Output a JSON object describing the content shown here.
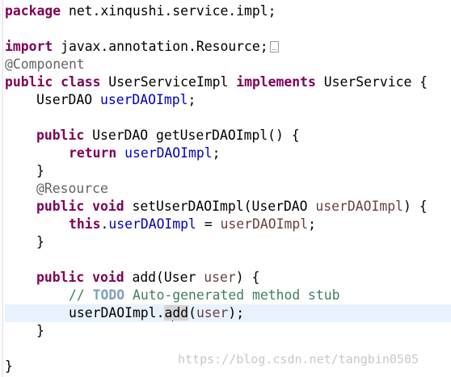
{
  "lines": {
    "package_kw": "package",
    "package_name": " net.xinqushi.service.impl;",
    "import_kw": "import",
    "import_name": " javax.annotation.Resource;",
    "component_ann": "@Component",
    "class_public": "public",
    "class_class": "class",
    "class_name": " UserServiceImpl ",
    "class_implements": "implements",
    "class_iface": " UserService {",
    "field_type": "UserDAO ",
    "field_name": "userDAOImpl",
    "field_semi": ";",
    "get_public": "public",
    "get_sig": " UserDAO getUserDAOImpl() {",
    "get_return": "return",
    "get_field": "userDAOImpl",
    "get_semi": ";",
    "get_close": "}",
    "resource_ann": "@Resource",
    "set_public": "public",
    "set_void": "void",
    "set_sig": " setUserDAOImpl(UserDAO ",
    "set_param": "userDAOImpl",
    "set_paren": ") {",
    "set_this": "this",
    "set_dot": ".",
    "set_field": "userDAOImpl",
    "set_eq": " = ",
    "set_rhs": "userDAOImpl",
    "set_semi": ";",
    "set_close": "}",
    "add_public": "public",
    "add_void": "void",
    "add_sig": " add(User ",
    "add_param": "user",
    "add_paren": ") {",
    "comment_prefix": "// ",
    "comment_todo": "TODO",
    "comment_text": " Auto-generated method stub",
    "call_field": "userDAOImpl",
    "call_dot": ".",
    "call_a": "a",
    "call_dd": "dd",
    "call_open": "(",
    "call_param": "user",
    "call_close": ");",
    "add_close": "}",
    "class_close": "}"
  },
  "watermark": "https://blog.csdn.net/tangbin0505",
  "colors": {
    "keyword": "#7f0055",
    "field": "#0000c0",
    "annotation": "#646464",
    "comment": "#3f7f5f",
    "todo": "#7f9fbf",
    "parameter": "#6a3e3e",
    "current_line": "#e8f2fe"
  }
}
